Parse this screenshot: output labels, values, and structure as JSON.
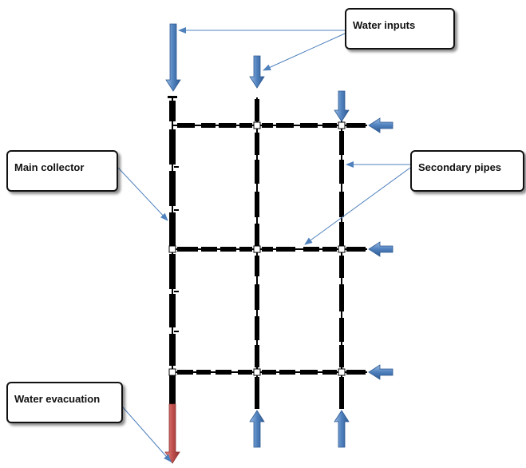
{
  "labels": {
    "water_inputs": "Water inputs",
    "main_collector": "Main collector",
    "secondary_pipes": "Secondary pipes",
    "water_evacuation": "Water evacuation"
  },
  "colors": {
    "pipe": "#000000",
    "input_arrow": "#4f81bd",
    "evacuation_arrow": "#c0504d",
    "leader_line": "#4f81bd"
  }
}
